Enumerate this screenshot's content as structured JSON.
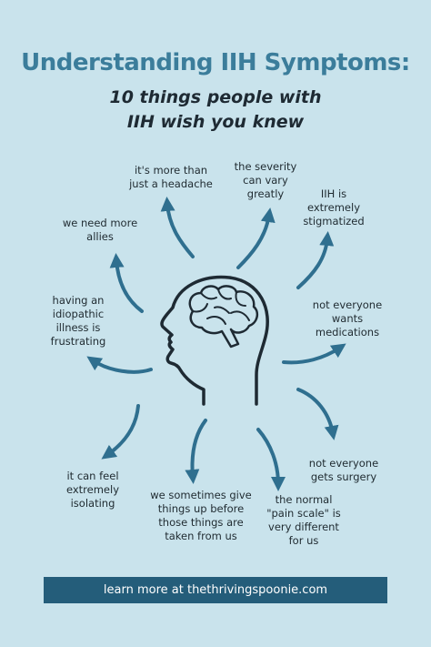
{
  "header": {
    "title": "Understanding IIH Symptoms:",
    "subtitle_line1": "10 things people with",
    "subtitle_line2": "IIH wish you knew"
  },
  "things": [
    "it's more than\njust a headache",
    "the severity\ncan vary\ngreatly",
    "IIH is\nextremely\nstigmatized",
    "we need more\nallies",
    "having an\nidiopathic\nillness is\nfrustrating",
    "not everyone\nwants\nmedications",
    "not everyone\ngets surgery",
    "it can feel\nextremely\nisolating",
    "we sometimes give\nthings up before\nthose things are\ntaken from us",
    "the normal\n\"pain scale\" is\nvery different\nfor us"
  ],
  "footer": {
    "link_text": "learn more at thethrivingspoonie.com"
  },
  "colors": {
    "background": "#c9e3ec",
    "title": "#3b7d9b",
    "arrow": "#2f6f8f",
    "footer_bg": "#245d7a"
  },
  "icons": {
    "center": "head-with-brain-icon",
    "pointers": "curved-arrow-icon"
  }
}
